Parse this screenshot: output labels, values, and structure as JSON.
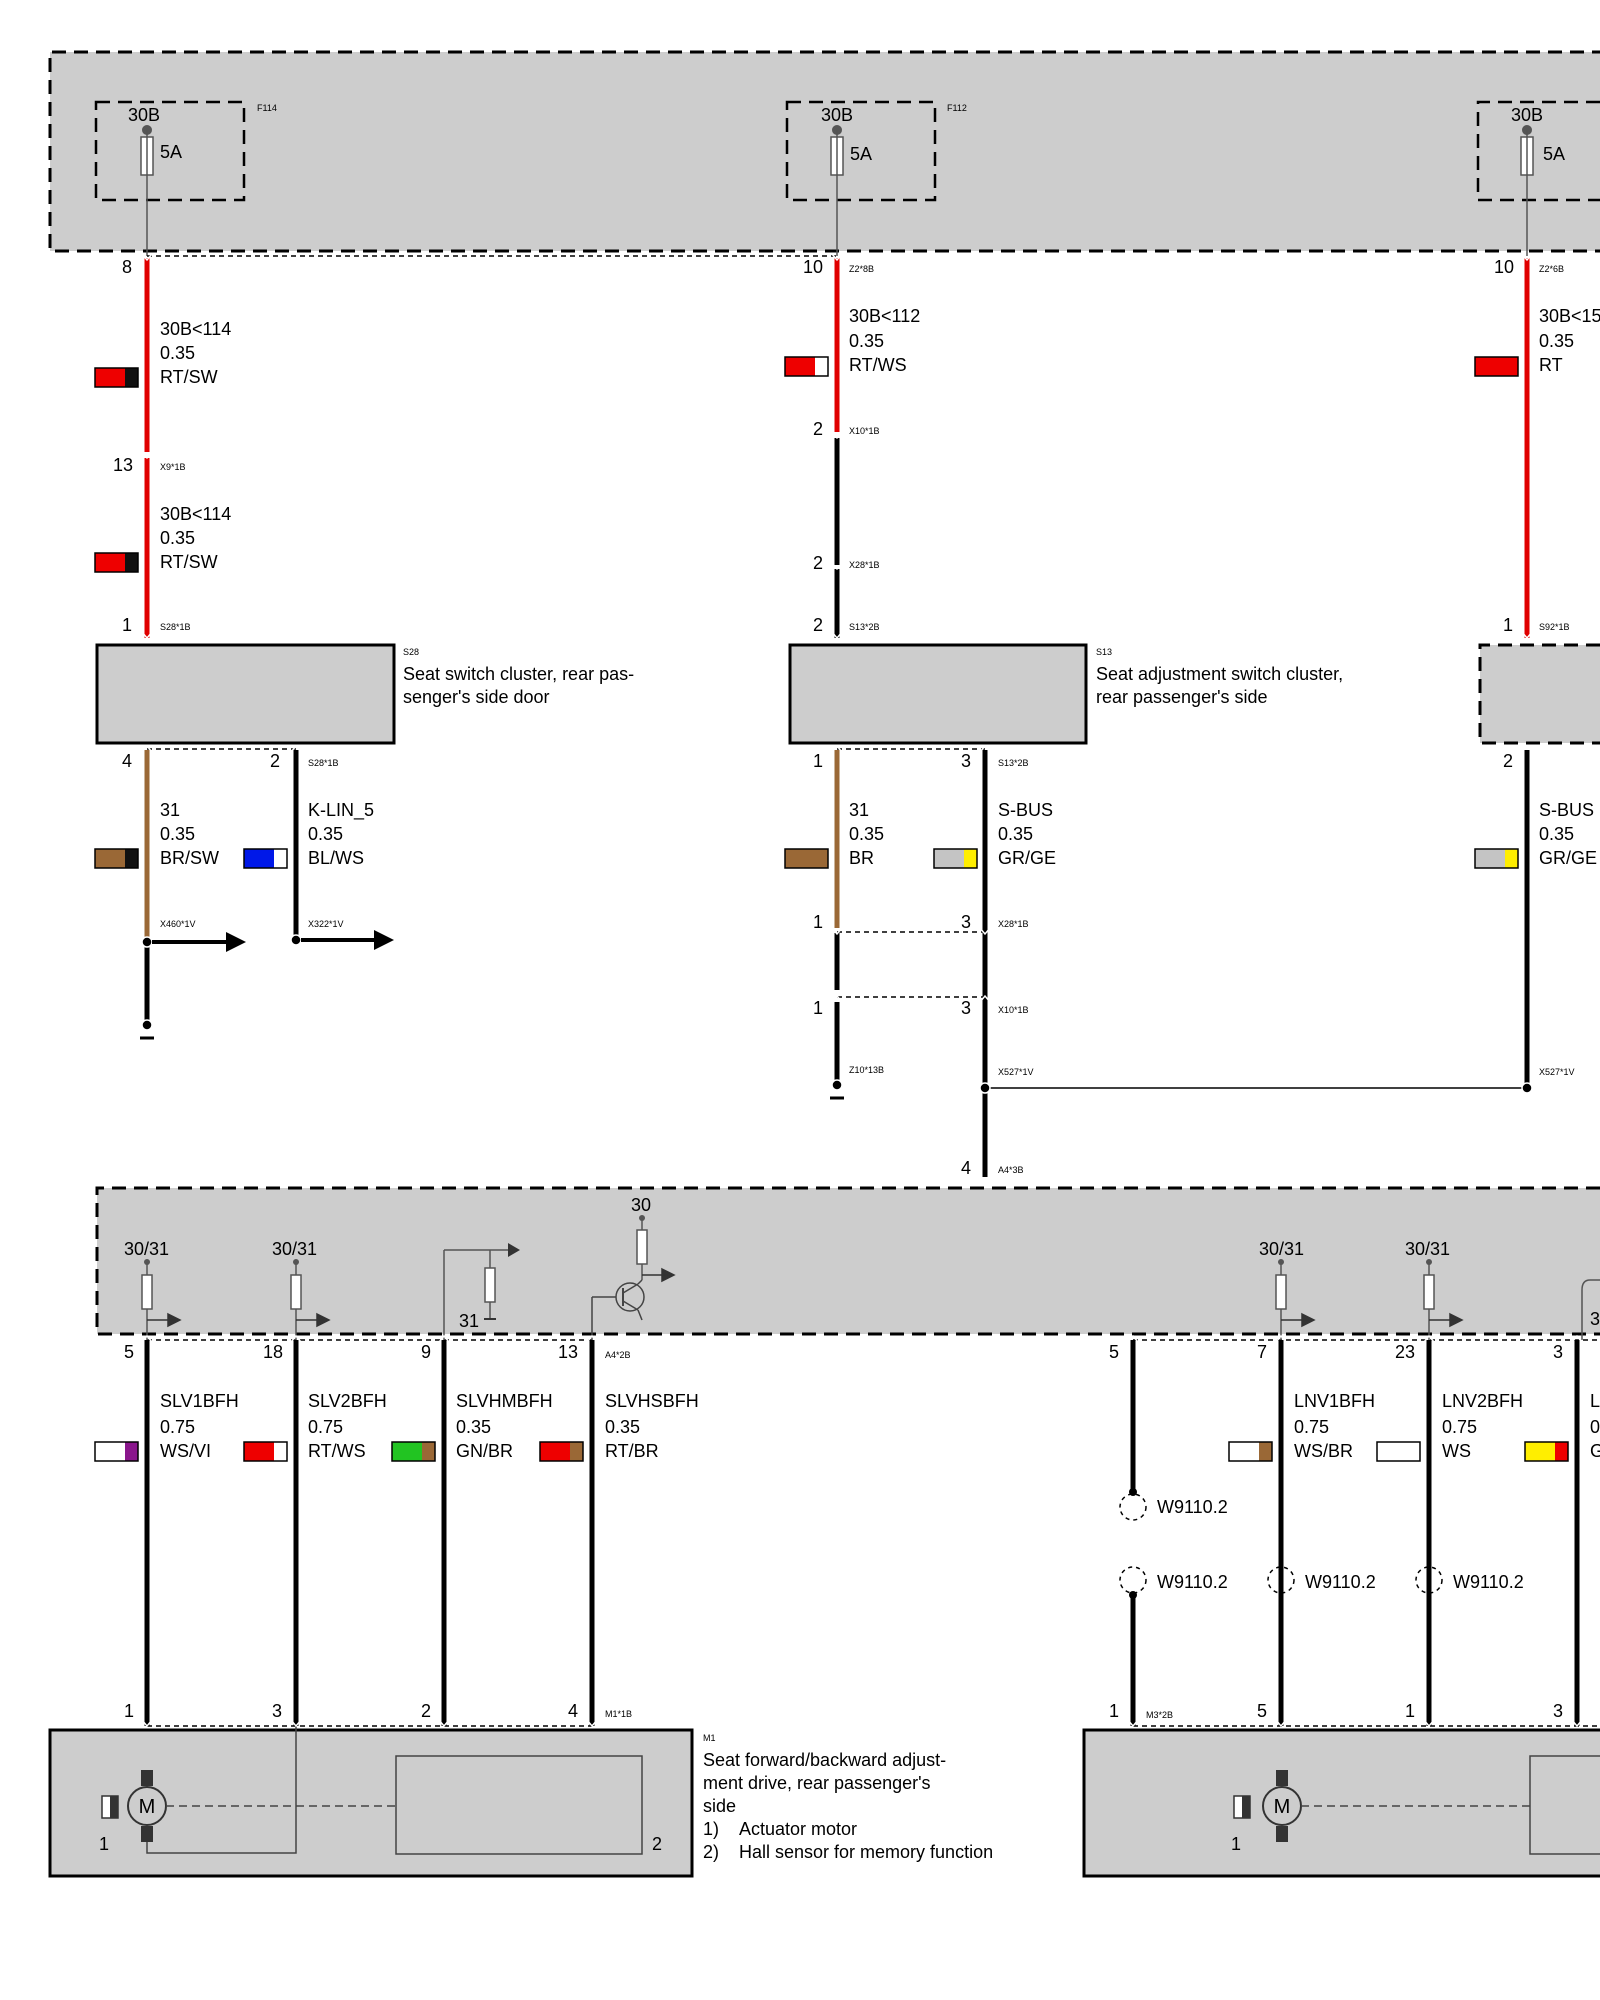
{
  "modules": {
    "top_fuse_box": {
      "fuses": [
        {
          "id": "F114",
          "terminal": "30B",
          "rating": "5A"
        },
        {
          "id": "F112",
          "terminal": "30B",
          "rating": "5A"
        },
        {
          "id": "",
          "terminal": "30B",
          "rating": "5A"
        }
      ]
    },
    "s28": {
      "id": "S28",
      "desc_line1": "Seat switch cluster, rear pas-",
      "desc_line2": "senger's side door"
    },
    "s13": {
      "id": "S13",
      "desc_line1": "Seat adjustment switch cluster,",
      "desc_line2": "rear passenger's side"
    },
    "a4": {
      "loads": [
        "30/31",
        "30/31",
        "31",
        "30",
        "30/31",
        "30/31",
        "3"
      ]
    },
    "m1": {
      "id": "M1",
      "desc_line1": "Seat forward/backward adjust-",
      "desc_line2": "ment drive, rear passenger's",
      "desc_line3": "side",
      "item1_no": "1)",
      "item1": "Actuator motor",
      "item2_no": "2)",
      "item2": "Hall sensor for memory function",
      "pin_a": "1",
      "pin_b": "2"
    },
    "m3": {
      "pin_a": "1"
    }
  },
  "wires": [
    {
      "name": "30B<114",
      "size": "0.35",
      "color": "RT/SW",
      "swatch": [
        "#ee0000",
        "#111111"
      ]
    },
    {
      "name": "30B<114",
      "size": "0.35",
      "color": "RT/SW",
      "swatch": [
        "#ee0000",
        "#111111"
      ]
    },
    {
      "name": "30B<112",
      "size": "0.35",
      "color": "RT/WS",
      "swatch": [
        "#ee0000",
        "#ffffff"
      ]
    },
    {
      "name": "30B<15",
      "size": "0.35",
      "color": "RT",
      "swatch": [
        "#ee0000",
        "#ee0000"
      ]
    },
    {
      "name": "31",
      "size": "0.35",
      "color": "BR/SW",
      "swatch": [
        "#9a6836",
        "#111111"
      ]
    },
    {
      "name": "K-LIN_5",
      "size": "0.35",
      "color": "BL/WS",
      "swatch": [
        "#0018e8",
        "#ffffff"
      ]
    },
    {
      "name": "31",
      "size": "0.35",
      "color": "BR",
      "swatch": [
        "#9a6836",
        "#9a6836"
      ]
    },
    {
      "name": "S-BUS",
      "size": "0.35",
      "color": "GR/GE",
      "swatch": [
        "#c4c4c4",
        "#ffee00"
      ]
    },
    {
      "name": "S-BUS",
      "size": "0.35",
      "color": "GR/GE",
      "swatch": [
        "#c4c4c4",
        "#ffee00"
      ]
    },
    {
      "name": "SLV1BFH",
      "size": "0.75",
      "color": "WS/VI",
      "swatch": [
        "#ffffff",
        "#8a168c"
      ]
    },
    {
      "name": "SLV2BFH",
      "size": "0.75",
      "color": "RT/WS",
      "swatch": [
        "#ee0000",
        "#ffffff"
      ]
    },
    {
      "name": "SLVHMBFH",
      "size": "0.35",
      "color": "GN/BR",
      "swatch": [
        "#22c422",
        "#9a6836"
      ]
    },
    {
      "name": "SLVHSBFH",
      "size": "0.35",
      "color": "RT/BR",
      "swatch": [
        "#ee0000",
        "#9a6836"
      ]
    },
    {
      "name": "LNV1BFH",
      "size": "0.75",
      "color": "WS/BR",
      "swatch": [
        "#ffffff",
        "#9a6836"
      ]
    },
    {
      "name": "LNV2BFH",
      "size": "0.75",
      "color": "WS",
      "swatch": [
        "#ffffff",
        "#ffffff"
      ]
    },
    {
      "name": "L",
      "size": "0",
      "color": "G",
      "swatch": [
        "#ffee00",
        "#ee0000"
      ]
    }
  ],
  "pins": {
    "z2_8": "8",
    "z2_10": "10",
    "z2_10b": "10",
    "x9_13": "13",
    "s28_1": "1",
    "s28_4": "4",
    "s28_2": "2",
    "x10_2": "2",
    "x28_2": "2",
    "s13_2": "2",
    "s13_1": "1",
    "s13_3": "3",
    "x28_1": "1",
    "x28_3": "3",
    "x10_1": "1",
    "x10_3": "3",
    "s92_1": "1",
    "s92_2": "2",
    "a4_4": "4",
    "a4_5": "5",
    "a4_18": "18",
    "a4_9": "9",
    "a4_13": "13",
    "a4r_5": "5",
    "a4r_7": "7",
    "a4r_23": "23",
    "a4r_3": "3",
    "m1_1": "1",
    "m1_3": "3",
    "m1_2": "2",
    "m1_4": "4",
    "m3_1": "1",
    "m3_5": "5",
    "m3_1b": "1",
    "m3_3": "3"
  },
  "connectors": {
    "z2_8b": "Z2*8B",
    "z2_6b": "Z2*6B",
    "x9_1b": "X9*1B",
    "s28_1b": "S28*1B",
    "s28_1b_b": "S28*1B",
    "x10_1b": "X10*1B",
    "x28_1b": "X28*1B",
    "s13_2b": "S13*2B",
    "s13_2b_b": "S13*2B",
    "x28_1b_b": "X28*1B",
    "x10_1b_b": "X10*1B",
    "z10_13b": "Z10*13B",
    "x527_1v": "X527*1V",
    "x527_1v_b": "X527*1V",
    "s92_1b": "S92*1B",
    "x460_1v": "X460*1V",
    "x322_1v": "X322*1V",
    "a4_3b": "A4*3B",
    "a4_2b": "A4*2B",
    "m1_1b": "M1*1B",
    "m3_2b": "M3*2B"
  },
  "splices": [
    "W9110.2",
    "W9110.2",
    "W9110.2",
    "W9110.2"
  ]
}
